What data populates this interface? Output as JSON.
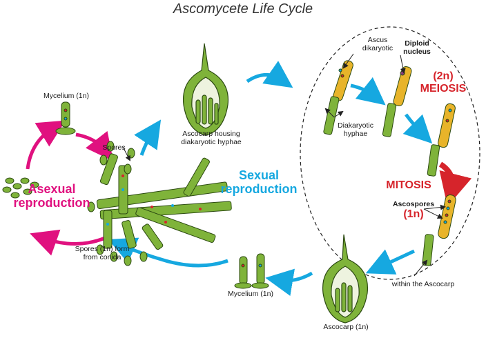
{
  "title": "Ascomycete Life Cycle",
  "asexual": {
    "heading_line1": "Asexual",
    "heading_line2": "reproduction",
    "mycelium_label": "Mycelium (1n)",
    "spores_label": "Spores",
    "spores_form_line1": "Spores (1n) form",
    "spores_form_line2": "from conida"
  },
  "sexual": {
    "heading_line1": "Sexual",
    "heading_line2": "reproduction",
    "ascocarp_housing_line1": "Ascocarp housing",
    "ascocarp_housing_line2": "diakaryotic hyphae",
    "ascus_line1": "Ascus",
    "ascus_line2": "dikaryotic",
    "diploid_line1": "Diploid",
    "diploid_line2": "nucleus",
    "diakaryotic_line1": "Diakaryotic",
    "diakaryotic_line2": "hyphae",
    "meiosis_line1": "(2n)",
    "meiosis_line2": "MEIOSIS",
    "mitosis": "MITOSIS",
    "ascospores_line1": "Ascospores",
    "ascospores_line2": "(1n)",
    "within": "within the Ascocarp",
    "ascocarp_1n": "Ascocarp (1n)",
    "mycelium_label": "Mycelium (1n)"
  },
  "colors": {
    "magenta": "#e0117f",
    "cyan": "#16a8e0",
    "red": "#d6242b",
    "hypha_green": "#7fb33a",
    "ascus_yellow": "#e8b42a"
  }
}
